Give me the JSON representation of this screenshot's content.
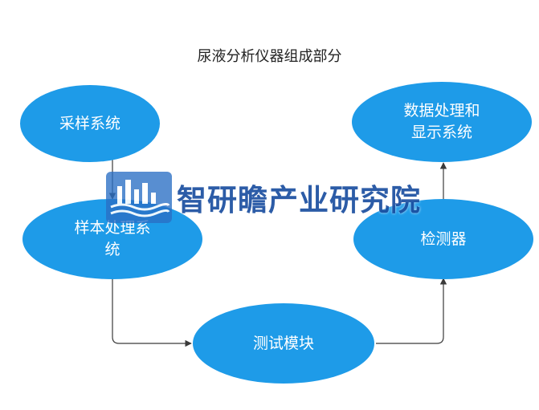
{
  "title": "尿液分析仪器组成部分",
  "colors": {
    "node_fill": "#1e9be8",
    "connector": "#3a3a3a",
    "watermark": "#1b4fa0"
  },
  "nodes": {
    "sampling": "采样系统",
    "sample_processing": "样本处理系\n统",
    "test_module": "测试模块",
    "detector": "检测器",
    "data_display": "数据处理和\n显示系统"
  },
  "watermark": {
    "text": "智研瞻产业研究院",
    "icon": "city-skyline-logo"
  }
}
